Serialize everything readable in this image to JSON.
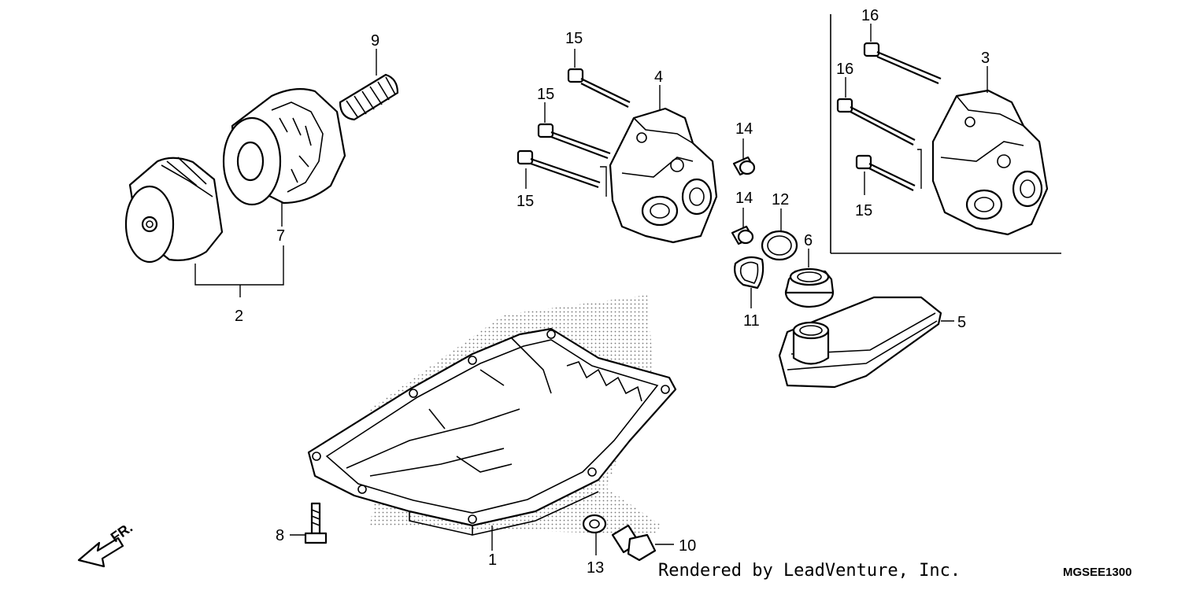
{
  "callouts": {
    "c1": "1",
    "c2": "2",
    "c3": "3",
    "c4": "4",
    "c5": "5",
    "c6": "6",
    "c7": "7",
    "c8": "8",
    "c9": "9",
    "c10": "10",
    "c11": "11",
    "c12": "12",
    "c13": "13",
    "c14a": "14",
    "c14b": "14",
    "c15a": "15",
    "c15b": "15",
    "c15c": "15",
    "c15d": "15",
    "c16a": "16",
    "c16b": "16"
  },
  "direction_label": "FR.",
  "credit": "Rendered by LeadVenture, Inc.",
  "diagram_code": "MGSEE1300"
}
